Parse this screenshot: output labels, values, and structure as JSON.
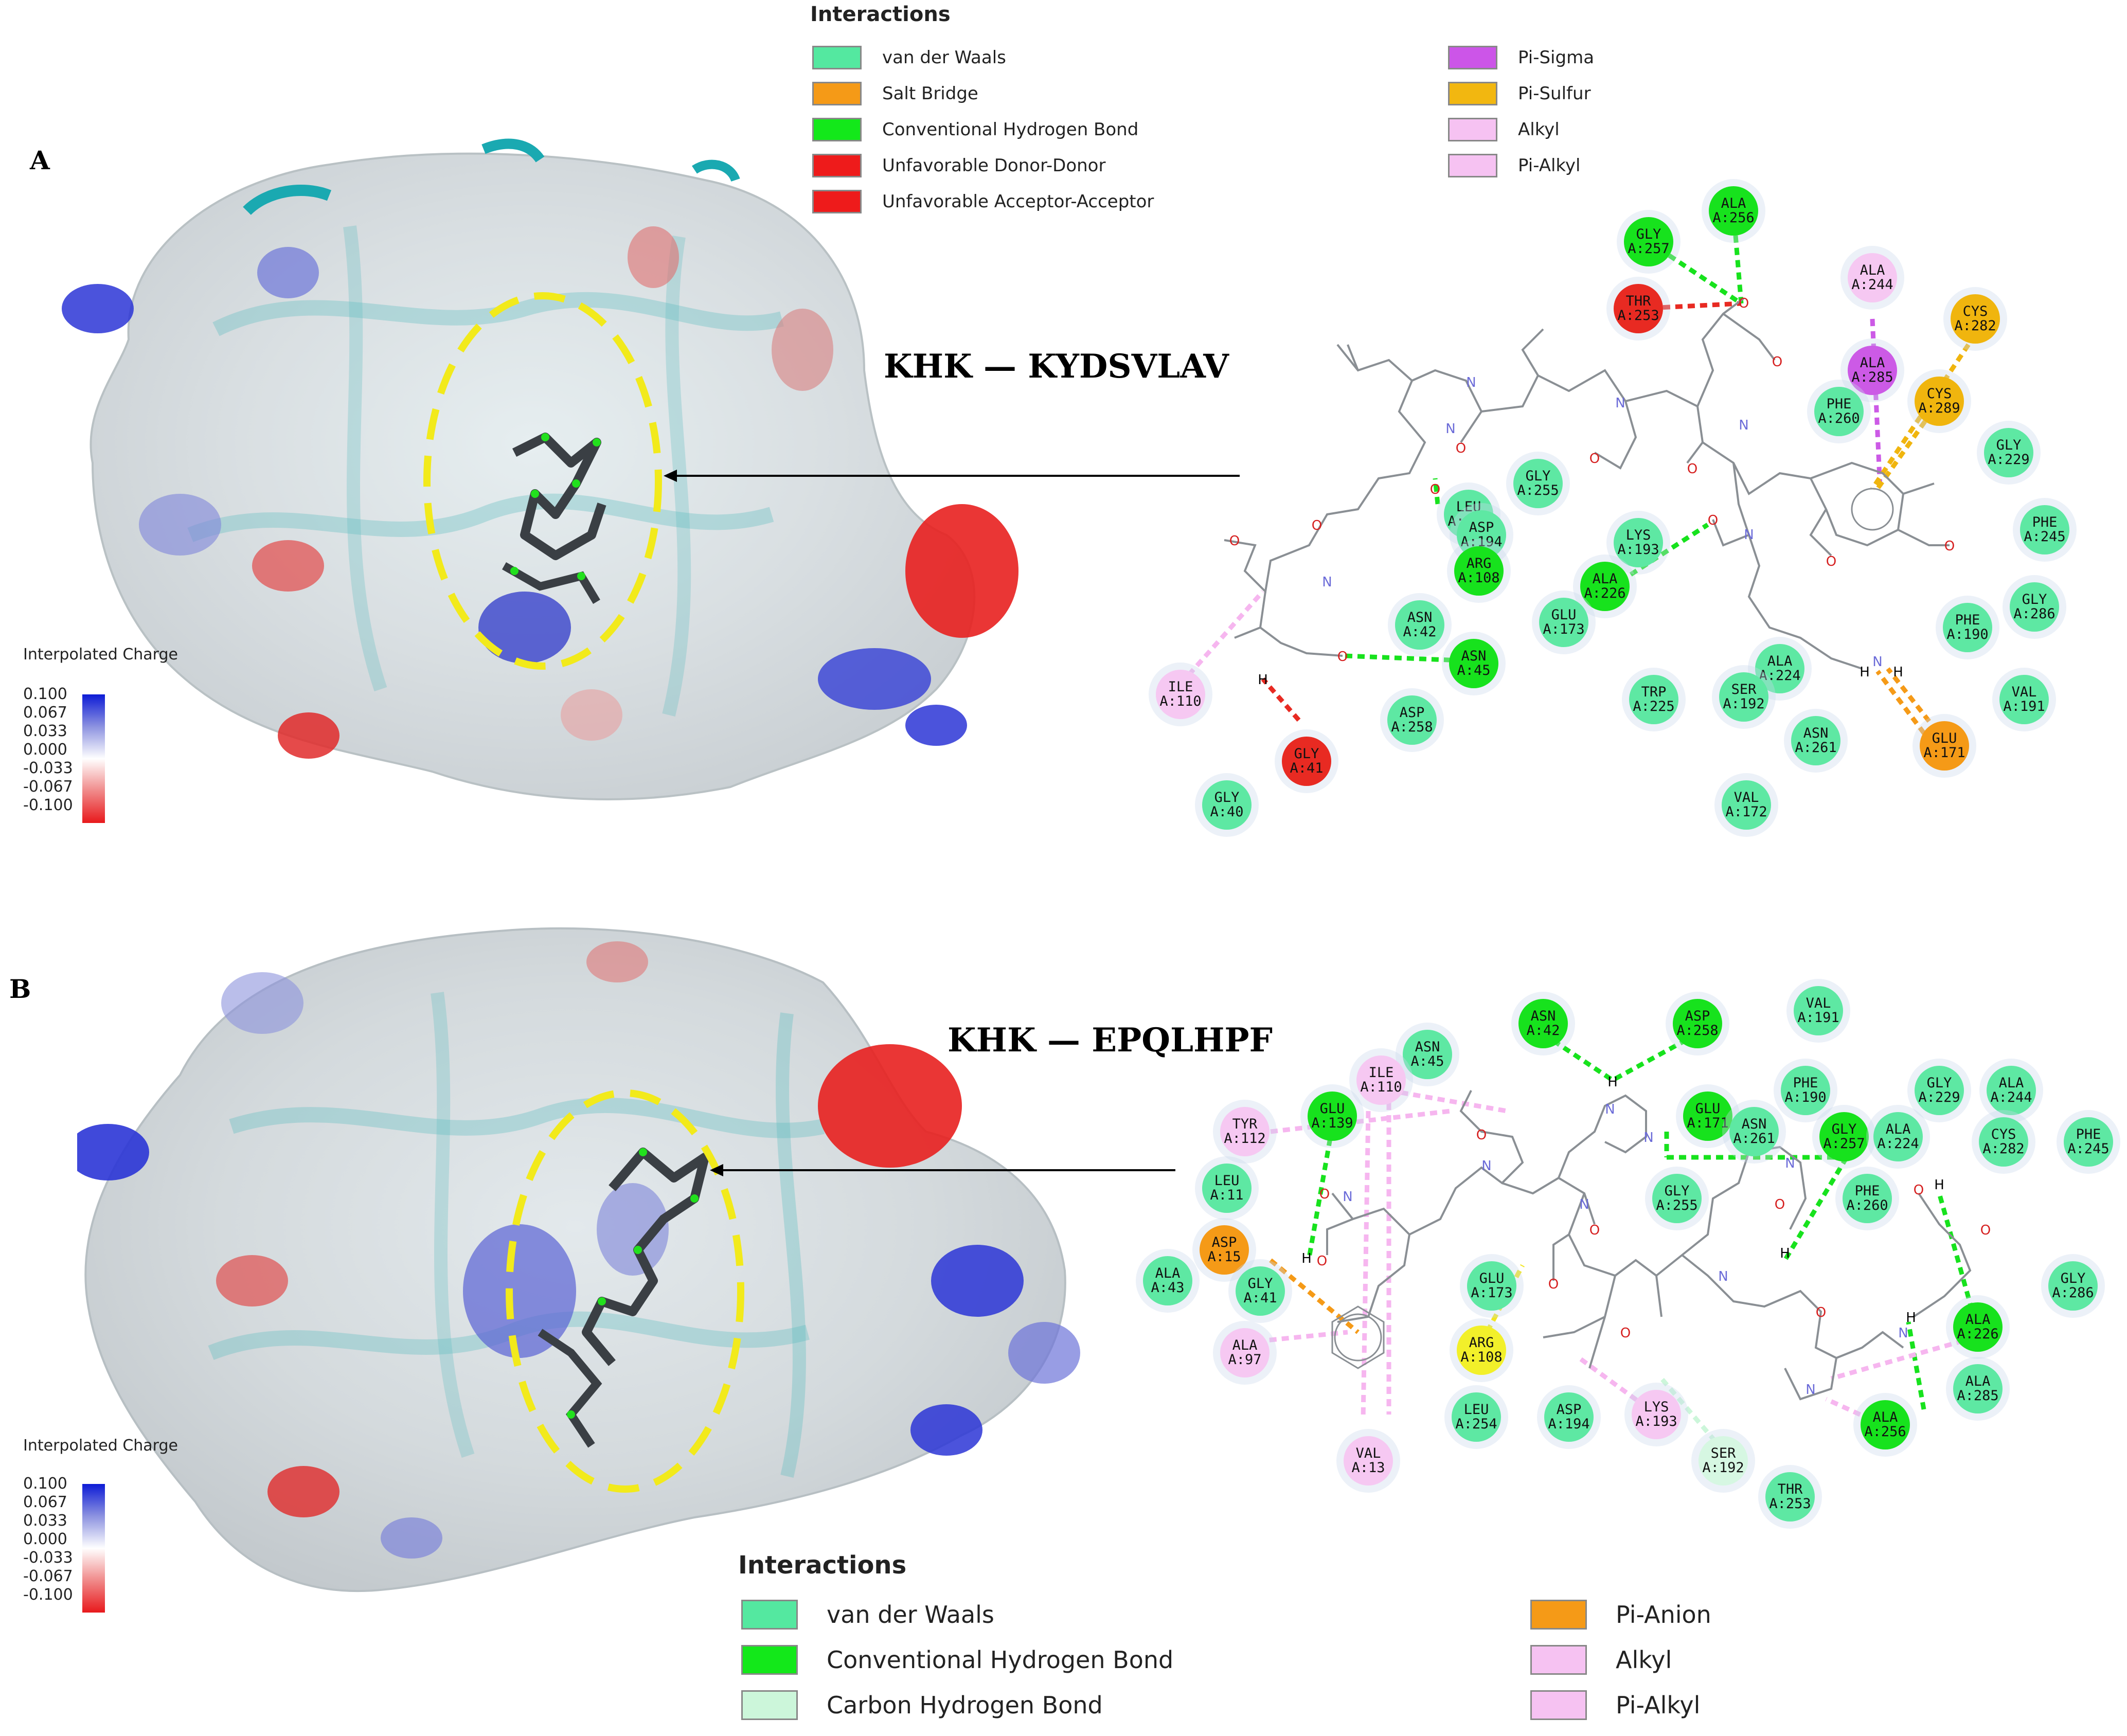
{
  "panel_a": {
    "letter": "A",
    "complex_title": "KHK — KYDSVLAV",
    "legend": {
      "title": "Interactions",
      "items": [
        {
          "label": "van der Waals",
          "color": "#54e8a0"
        },
        {
          "label": "Salt Bridge",
          "color": "#f59a17"
        },
        {
          "label": "Conventional Hydrogen Bond",
          "color": "#13e81a"
        },
        {
          "label": "Unfavorable Donor-Donor",
          "color": "#ee1b1b"
        },
        {
          "label": "Unfavorable Acceptor-Acceptor",
          "color": "#ee1b1b"
        },
        {
          "label": "Pi-Sigma",
          "color": "#cc55e8"
        },
        {
          "label": "Pi-Sulfur",
          "color": "#f2b710"
        },
        {
          "label": "Alkyl",
          "color": "#f6c2f2"
        },
        {
          "label": "Pi-Alkyl",
          "color": "#f6c2f2"
        }
      ]
    },
    "charge_scale": {
      "title": "Interpolated Charge",
      "ticks": [
        "0.100",
        "0.067",
        "0.033",
        "0.000",
        "-0.033",
        "-0.067",
        "-0.100"
      ]
    },
    "residues": [
      {
        "name": "ALA",
        "num": "A:256",
        "type": "hbond"
      },
      {
        "name": "GLY",
        "num": "A:257",
        "type": "hbond"
      },
      {
        "name": "THR",
        "num": "A:253",
        "type": "unfavorable"
      },
      {
        "name": "ALA",
        "num": "A:244",
        "type": "alkyl"
      },
      {
        "name": "CYS",
        "num": "A:282",
        "type": "pisulfur"
      },
      {
        "name": "ALA",
        "num": "A:285",
        "type": "pisigma"
      },
      {
        "name": "CYS",
        "num": "A:289",
        "type": "pisulfur"
      },
      {
        "name": "PHE",
        "num": "A:260",
        "type": "vdw"
      },
      {
        "name": "GLY",
        "num": "A:229",
        "type": "vdw"
      },
      {
        "name": "GLY",
        "num": "A:255",
        "type": "vdw"
      },
      {
        "name": "LEU",
        "num": "A:254",
        "type": "vdw"
      },
      {
        "name": "ASP",
        "num": "A:194",
        "type": "vdw"
      },
      {
        "name": "ARG",
        "num": "A:108",
        "type": "hbond"
      },
      {
        "name": "LYS",
        "num": "A:193",
        "type": "vdw"
      },
      {
        "name": "ALA",
        "num": "A:226",
        "type": "hbond"
      },
      {
        "name": "GLU",
        "num": "A:173",
        "type": "vdw"
      },
      {
        "name": "ASN",
        "num": "A:42",
        "type": "vdw"
      },
      {
        "name": "ASN",
        "num": "A:45",
        "type": "hbond"
      },
      {
        "name": "PHE",
        "num": "A:245",
        "type": "vdw"
      },
      {
        "name": "GLY",
        "num": "A:286",
        "type": "vdw"
      },
      {
        "name": "PHE",
        "num": "A:190",
        "type": "vdw"
      },
      {
        "name": "ALA",
        "num": "A:224",
        "type": "vdw"
      },
      {
        "name": "SER",
        "num": "A:192",
        "type": "vdw"
      },
      {
        "name": "TRP",
        "num": "A:225",
        "type": "vdw"
      },
      {
        "name": "ASP",
        "num": "A:258",
        "type": "vdw"
      },
      {
        "name": "ASN",
        "num": "A:261",
        "type": "vdw"
      },
      {
        "name": "VAL",
        "num": "A:191",
        "type": "vdw"
      },
      {
        "name": "GLU",
        "num": "A:171",
        "type": "saltbridge"
      },
      {
        "name": "ILE",
        "num": "A:110",
        "type": "alkyl"
      },
      {
        "name": "GLY",
        "num": "A:41",
        "type": "unfavorable"
      },
      {
        "name": "GLY",
        "num": "A:40",
        "type": "vdw"
      },
      {
        "name": "VAL",
        "num": "A:172",
        "type": "vdw"
      }
    ]
  },
  "panel_b": {
    "letter": "B",
    "complex_title": "KHK — EPQLHPF",
    "legend": {
      "title": "Interactions",
      "items": [
        {
          "label": "van der Waals",
          "color": "#54e8a0"
        },
        {
          "label": "Conventional Hydrogen Bond",
          "color": "#13e81a"
        },
        {
          "label": "Carbon Hydrogen Bond",
          "color": "#ccf6da"
        },
        {
          "label": "Pi-Anion",
          "color": "#f59a17"
        },
        {
          "label": "Alkyl",
          "color": "#f6c2f2"
        },
        {
          "label": "Pi-Alkyl",
          "color": "#f6c2f2"
        }
      ]
    },
    "charge_scale": {
      "title": "Interpolated Charge",
      "ticks": [
        "0.100",
        "0.067",
        "0.033",
        "0.000",
        "-0.033",
        "-0.067",
        "-0.100"
      ]
    },
    "residues": [
      {
        "name": "ASN",
        "num": "A:42",
        "type": "hbond"
      },
      {
        "name": "ASP",
        "num": "A:258",
        "type": "hbond"
      },
      {
        "name": "VAL",
        "num": "A:191",
        "type": "vdw"
      },
      {
        "name": "ASN",
        "num": "A:45",
        "type": "vdw"
      },
      {
        "name": "ILE",
        "num": "A:110",
        "type": "alkyl"
      },
      {
        "name": "TYR",
        "num": "A:112",
        "type": "alkyl"
      },
      {
        "name": "GLU",
        "num": "A:139",
        "type": "hbond"
      },
      {
        "name": "PHE",
        "num": "A:190",
        "type": "vdw"
      },
      {
        "name": "GLY",
        "num": "A:229",
        "type": "vdw"
      },
      {
        "name": "ALA",
        "num": "A:244",
        "type": "vdw"
      },
      {
        "name": "GLU",
        "num": "A:171",
        "type": "hbond"
      },
      {
        "name": "ASN",
        "num": "A:261",
        "type": "vdw"
      },
      {
        "name": "GLY",
        "num": "A:257",
        "type": "hbond"
      },
      {
        "name": "ALA",
        "num": "A:224",
        "type": "vdw"
      },
      {
        "name": "CYS",
        "num": "A:282",
        "type": "vdw"
      },
      {
        "name": "PHE",
        "num": "A:245",
        "type": "vdw"
      },
      {
        "name": "LEU",
        "num": "A:11",
        "type": "vdw"
      },
      {
        "name": "GLY",
        "num": "A:255",
        "type": "vdw"
      },
      {
        "name": "PHE",
        "num": "A:260",
        "type": "vdw"
      },
      {
        "name": "ASP",
        "num": "A:15",
        "type": "pianion"
      },
      {
        "name": "ALA",
        "num": "A:43",
        "type": "vdw"
      },
      {
        "name": "GLY",
        "num": "A:41",
        "type": "vdw"
      },
      {
        "name": "GLU",
        "num": "A:173",
        "type": "vdw"
      },
      {
        "name": "GLY",
        "num": "A:286",
        "type": "vdw"
      },
      {
        "name": "ALA",
        "num": "A:226",
        "type": "hbond"
      },
      {
        "name": "ALA",
        "num": "A:97",
        "type": "alkyl"
      },
      {
        "name": "ARG",
        "num": "A:108",
        "type": "pication"
      },
      {
        "name": "ALA",
        "num": "A:285",
        "type": "vdw"
      },
      {
        "name": "LEU",
        "num": "A:254",
        "type": "vdw"
      },
      {
        "name": "ASP",
        "num": "A:194",
        "type": "vdw"
      },
      {
        "name": "LYS",
        "num": "A:193",
        "type": "alkyl"
      },
      {
        "name": "ALA",
        "num": "A:256",
        "type": "hbond"
      },
      {
        "name": "VAL",
        "num": "A:13",
        "type": "alkyl"
      },
      {
        "name": "SER",
        "num": "A:192",
        "type": "carbonhb"
      },
      {
        "name": "THR",
        "num": "A:253",
        "type": "vdw"
      }
    ]
  },
  "type_colors": {
    "vdw": "#5ee8a3",
    "hbond": "#17e21d",
    "unfavorable": "#e82a22",
    "alkyl": "#f6c8f2",
    "pisigma": "#cc5ae6",
    "pisulfur": "#f0b50e",
    "saltbridge": "#f59a17",
    "pianion": "#f59a17",
    "pication": "#f2f02a",
    "carbonhb": "#d6f7e2"
  }
}
